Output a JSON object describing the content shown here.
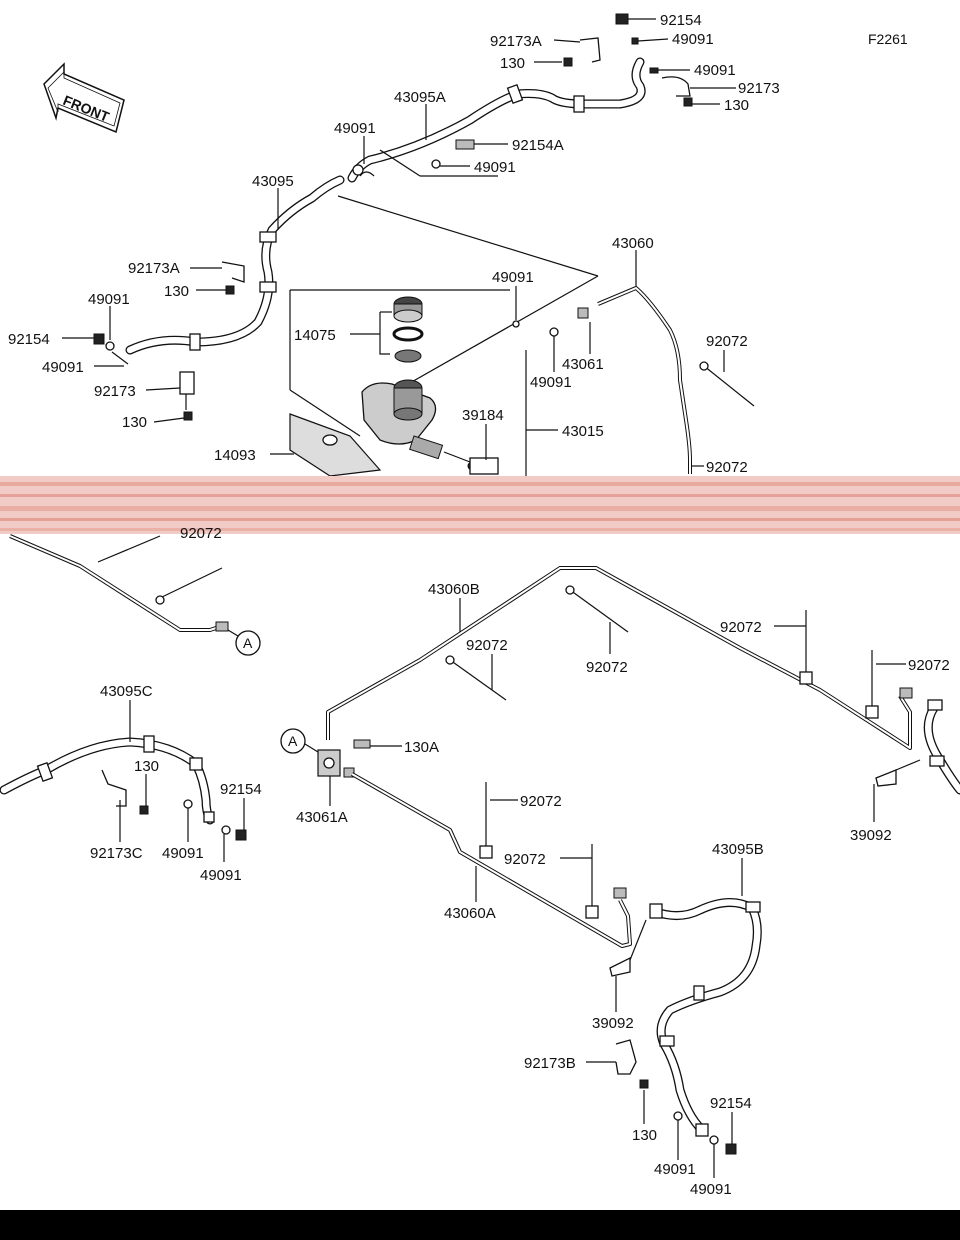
{
  "figure_code": "F2261",
  "front_label": "FRONT",
  "callout_letter": "A",
  "labels": {
    "p92154_top": "92154",
    "p92173A_top": "92173A",
    "p49091_top": "49091",
    "p130_top": "130",
    "p49091_tr": "49091",
    "p92173_tr": "92173",
    "p130_tr": "130",
    "p43095A": "43095A",
    "p49091_mid": "49091",
    "p92154A": "92154A",
    "p49091_mid2": "49091",
    "p43095": "43095",
    "p92173A_left": "92173A",
    "p130_left": "130",
    "p49091_left": "49091",
    "p92154_left": "92154",
    "p49091_left2": "49091",
    "p92173_left": "92173",
    "p130_left2": "130",
    "p43060": "43060",
    "p49091_mc": "49091",
    "p14075": "14075",
    "p43061": "43061",
    "p49091_mc2": "49091",
    "p92072_r1": "92072",
    "p39184": "39184",
    "p43015": "43015",
    "p14093": "14093",
    "p92072_r2": "92072",
    "p92072_l": "92072",
    "p43060B": "43060B",
    "p92072_a": "92072",
    "p92072_b": "92072",
    "p92072_c": "92072",
    "p92072_d": "92072",
    "p43095C": "43095C",
    "p130_c": "130",
    "p92154_c": "92154",
    "p92173C": "92173C",
    "p49091_c": "49091",
    "p49091_c2": "49091",
    "p130A": "130A",
    "p43061A": "43061A",
    "p92072_e": "92072",
    "p92072_f": "92072",
    "p39092_r": "39092",
    "p43060A": "43060A",
    "p43095B": "43095B",
    "p39092_b": "39092",
    "p92173B": "92173B",
    "p92154_b": "92154",
    "p130_b": "130",
    "p49091_b": "49091",
    "p49091_b2": "49091"
  },
  "colors": {
    "line": "#111111",
    "scan_band": "#e8b0a8",
    "bottom_bar": "#000000"
  }
}
